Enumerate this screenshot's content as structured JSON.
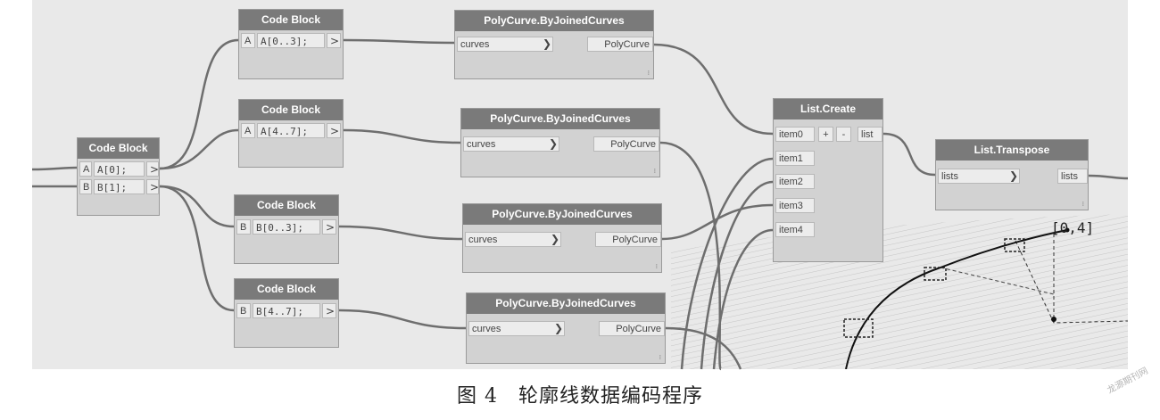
{
  "nodes": {
    "code_block_src": {
      "title": "Code Block",
      "line1_port": "A",
      "line1_code": "A[0];",
      "line2_port": "B",
      "line2_code": "B[1];",
      "out": ">"
    },
    "code_block_a03": {
      "title": "Code Block",
      "port": "A",
      "code": "A[0..3];",
      "out": ">"
    },
    "code_block_a47": {
      "title": "Code Block",
      "port": "A",
      "code": "A[4..7];",
      "out": ">"
    },
    "code_block_b03": {
      "title": "Code Block",
      "port": "B",
      "code": "B[0..3];",
      "out": ">"
    },
    "code_block_b47": {
      "title": "Code Block",
      "port": "B",
      "code": "B[4..7];",
      "out": ">"
    },
    "polycurve_1": {
      "title": "PolyCurve.ByJoinedCurves",
      "input": "curves",
      "output": "PolyCurve"
    },
    "polycurve_2": {
      "title": "PolyCurve.ByJoinedCurves",
      "input": "curves",
      "output": "PolyCurve"
    },
    "polycurve_3": {
      "title": "PolyCurve.ByJoinedCurves",
      "input": "curves",
      "output": "PolyCurve"
    },
    "polycurve_4": {
      "title": "PolyCurve.ByJoinedCurves",
      "input": "curves",
      "output": "PolyCurve"
    },
    "list_create": {
      "title": "List.Create",
      "items": [
        "item0",
        "item1",
        "item2",
        "item3",
        "item4"
      ],
      "plus": "+",
      "minus": "-",
      "output": "list"
    },
    "list_transpose": {
      "title": "List.Transpose",
      "input": "lists",
      "output": "lists"
    }
  },
  "chevron": "❯",
  "lacing_mark": "⁞",
  "geometry_label": "[0,4]",
  "caption": "图 4　轮廓线数据编码程序",
  "watermark": "龙源期刊网",
  "colors": {
    "canvas": "#e9e9e9",
    "node_body": "#d2d2d2",
    "node_header": "#7a7a7a",
    "wire": "#6e6e6e"
  }
}
